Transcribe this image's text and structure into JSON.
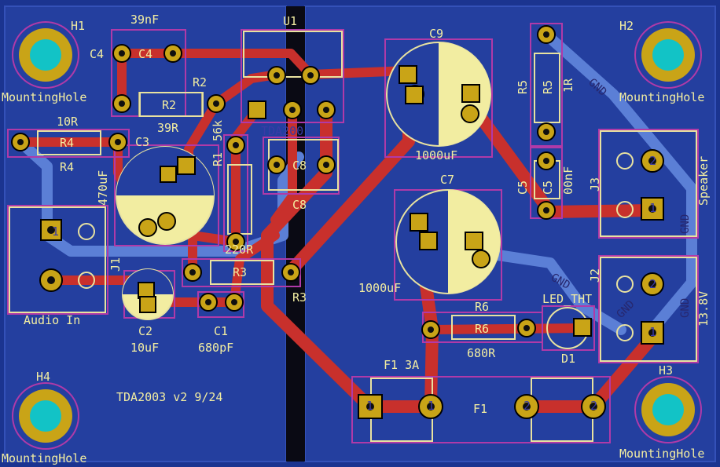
{
  "colors": {
    "board": "#1f3a9a",
    "copper_pour": "#243f9f",
    "trace_front": "#c8302c",
    "trace_back": "#5b7fd6",
    "pad": "#c9a417",
    "silk": "#f2eda1",
    "fab": "#a02f9c",
    "hole": "#12c3c6"
  },
  "labels": {
    "H1": "H1",
    "H2": "H2",
    "H3": "H3",
    "H4": "H4",
    "mh1": "MountingHole",
    "mh2": "MountingHole",
    "mh3": "MountingHole",
    "mh4": "MountingHole",
    "C4_ref": "C4",
    "C4_fab": "C4",
    "C4_val": "39nF",
    "U1_ref": "U1",
    "U1_val": "TDA200",
    "R2_ref": "R2",
    "R2_fab": "R2",
    "R2_val": "39R",
    "R4_ref": "R4",
    "R4_fab": "R4",
    "R4_val": "10R",
    "C3_ref": "C3",
    "C3_val": "470uF",
    "R1_ref": "R1",
    "R1_val": "56k",
    "C8_ref": "C8",
    "C8_fab": "C8",
    "R3_ref": "R3",
    "R3_fab": "R3",
    "R3_val": "220R",
    "J1_ref": "J1",
    "J1_val": "Audio In",
    "C2_ref": "C2",
    "C2_val": "10uF",
    "C1_ref": "C1",
    "C1_val": "680pF",
    "C9_ref": "C9",
    "C9_val": "1000uF",
    "C7_ref": "C7",
    "C7_val": "1000uF",
    "R5_ref": "R5",
    "R5_fab": "R5",
    "R5_val": "1R",
    "C5_ref": "C5",
    "C5_fab": "C5",
    "C5_val": "00nF",
    "J3_ref": "J3",
    "J3_val": "Speaker",
    "J2_ref": "J2",
    "J2_val": "13.8V",
    "R6_ref": "R6",
    "R6_fab": "R6",
    "R6_val": "680R",
    "D1_ref": "D1",
    "D1_val": "LED_THT",
    "F1_ref": "F1",
    "F1_val": "F1 3A",
    "board_text": "TDA2003 v2 9/24",
    "gnd": "GND",
    "pin1": "1",
    "pin2": "2"
  }
}
